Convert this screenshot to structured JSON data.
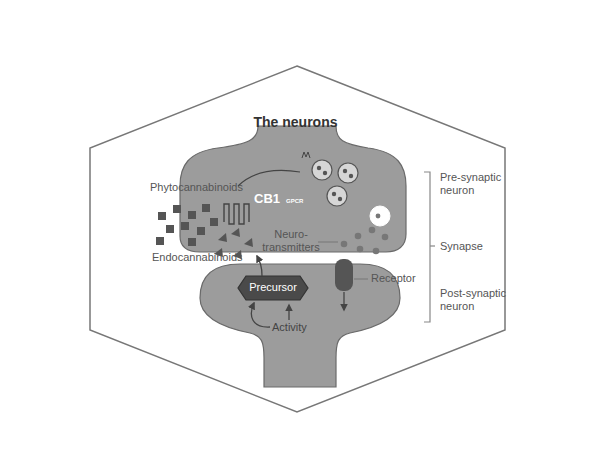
{
  "diagram": {
    "title": "The neurons",
    "nodes": [
      {
        "text": [
          "CB1",
          "GPCR"
        ]
      },
      {
        "text": [
          "Activity"
        ]
      },
      {
        "text": [
          "Precursor"
        ],
        "in": 1
      }
    ],
    "labels": [
      "Phytocannabinoids",
      "Endocannabinoids",
      "Neuro- transmitters",
      "Receptor",
      "Pre-synaptic neuron",
      "Synapse",
      "Post-synaptic neuron"
    ]
  }
}
